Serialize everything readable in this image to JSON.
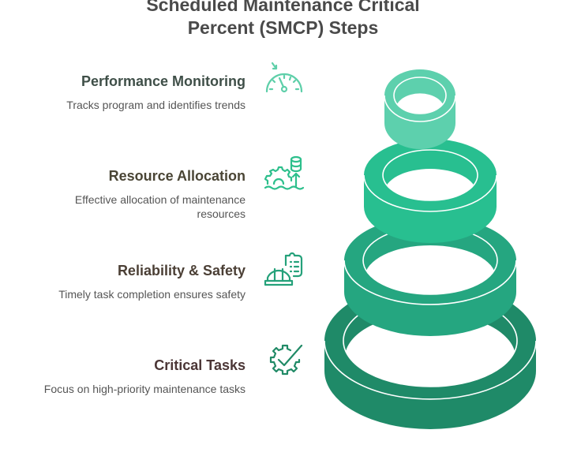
{
  "title": {
    "line1": "Scheduled Maintenance Critical",
    "line2": "Percent (SMCP) Steps"
  },
  "steps": [
    {
      "heading": "Performance Monitoring",
      "description": "Tracks program and identifies trends",
      "icon": "speedometer-icon",
      "heading_color": "#3f4f48",
      "icon_color": "#5ecfa9",
      "ring_color": "#5dd0ad"
    },
    {
      "heading": "Resource Allocation",
      "description_line1": "Effective allocation of maintenance",
      "description_line2": "resources",
      "icon": "resource-gear-database-icon",
      "heading_color": "#4a4535",
      "icon_color": "#2dbf8c",
      "ring_color": "#28bf90"
    },
    {
      "heading": "Reliability & Safety",
      "description": "Timely task completion ensures safety",
      "icon": "hardhat-clipboard-icon",
      "heading_color": "#4b3f35",
      "icon_color": "#25a17a",
      "ring_color": "#25a680"
    },
    {
      "heading": "Critical Tasks",
      "description": "Focus on high-priority maintenance tasks",
      "icon": "gear-check-icon",
      "heading_color": "#4b3636",
      "icon_color": "#208a66",
      "ring_color": "#1f8a68"
    }
  ]
}
